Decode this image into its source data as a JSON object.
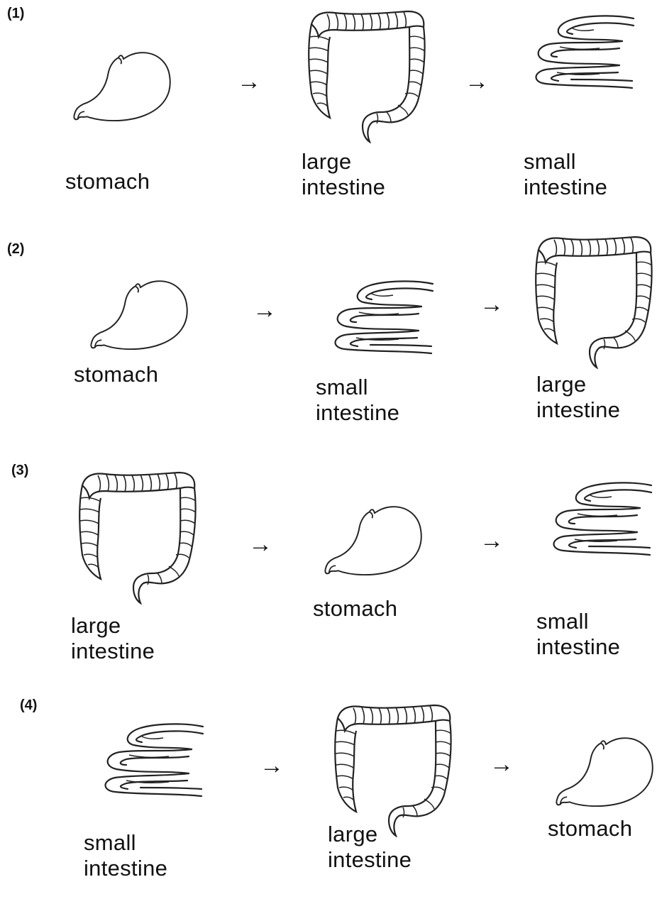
{
  "options": [
    {
      "number": "(1)",
      "items": [
        {
          "organ": "stomach",
          "label_lines": [
            "stomach"
          ]
        },
        {
          "organ": "large-intestine",
          "label_lines": [
            "large",
            "intestine"
          ]
        },
        {
          "organ": "small-intestine",
          "label_lines": [
            "small",
            "intestine"
          ]
        }
      ],
      "arrows": [
        "→",
        "→"
      ]
    },
    {
      "number": "(2)",
      "items": [
        {
          "organ": "stomach",
          "label_lines": [
            "stomach"
          ]
        },
        {
          "organ": "small-intestine",
          "label_lines": [
            "small",
            "intestine"
          ]
        },
        {
          "organ": "large-intestine",
          "label_lines": [
            "large",
            "intestine"
          ]
        }
      ],
      "arrows": [
        "→",
        "→"
      ]
    },
    {
      "number": "(3)",
      "items": [
        {
          "organ": "large-intestine",
          "label_lines": [
            "large",
            "intestine"
          ]
        },
        {
          "organ": "stomach",
          "label_lines": [
            "stomach"
          ]
        },
        {
          "organ": "small-intestine",
          "label_lines": [
            "small",
            "intestine"
          ]
        }
      ],
      "arrows": [
        "→",
        "→"
      ]
    },
    {
      "number": "(4)",
      "items": [
        {
          "organ": "small-intestine",
          "label_lines": [
            "small",
            "intestine"
          ]
        },
        {
          "organ": "large-intestine",
          "label_lines": [
            "large",
            "intestine"
          ]
        },
        {
          "organ": "stomach",
          "label_lines": [
            "stomach"
          ]
        }
      ],
      "arrows": [
        "→",
        "→"
      ]
    }
  ]
}
